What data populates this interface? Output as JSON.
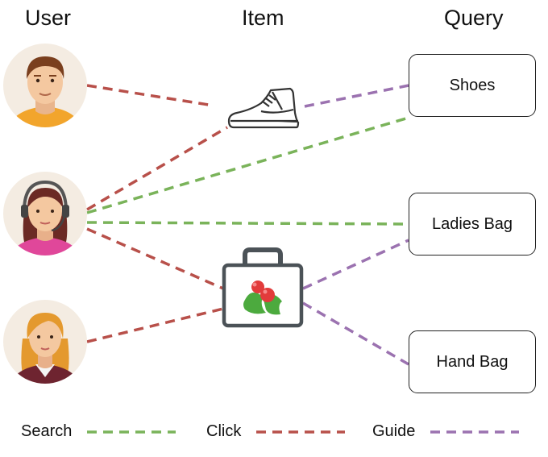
{
  "headers": {
    "user": "User",
    "item": "Item",
    "query": "Query"
  },
  "queries": {
    "shoes": "Shoes",
    "ladies_bag": "Ladies Bag",
    "hand_bag": "Hand Bag"
  },
  "legend": {
    "search": "Search",
    "click": "Click",
    "guide": "Guide"
  },
  "colors": {
    "search": "#7ab35a",
    "click": "#b8504a",
    "guide": "#9b72b0"
  },
  "icons": {
    "users": [
      "man-avatar-icon",
      "headset-woman-avatar-icon",
      "blonde-woman-avatar-icon"
    ],
    "items": [
      "sneaker-icon",
      "shopping-bag-icon"
    ]
  }
}
